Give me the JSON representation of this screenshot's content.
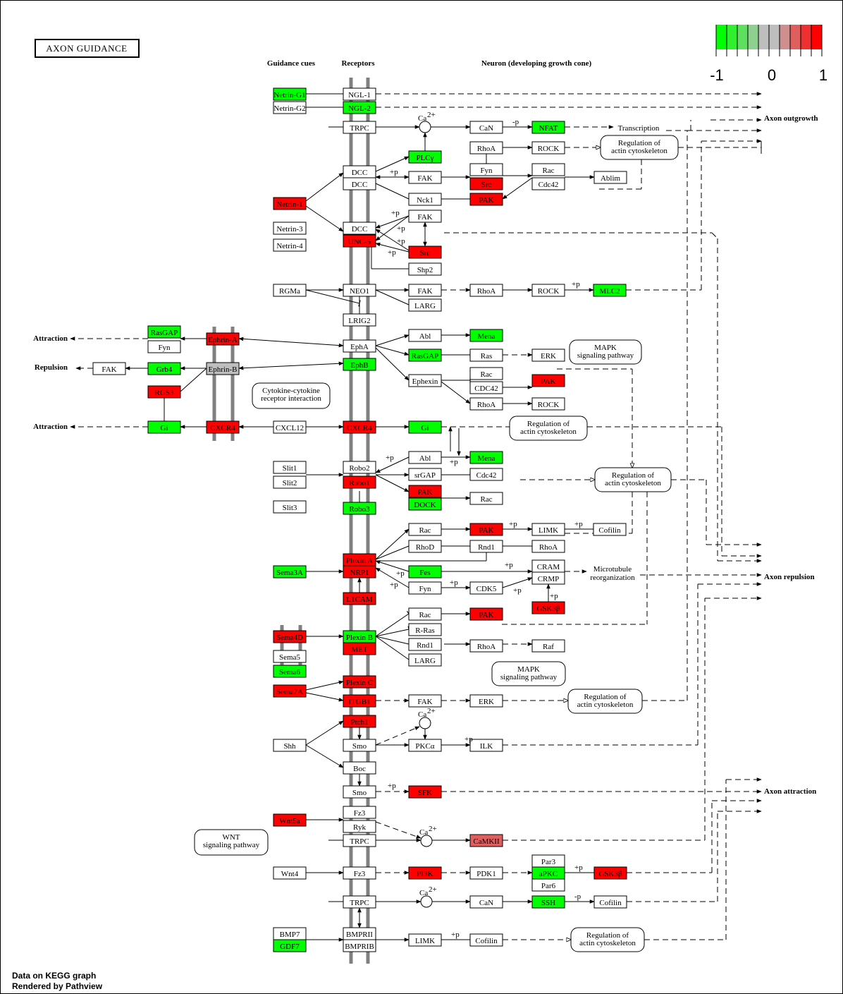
{
  "title": "AXON GUIDANCE",
  "section_headers": {
    "guidance_cues": "Guidance cues",
    "receptors": "Receptors",
    "neuron": "Neuron (developing growth cone)"
  },
  "legend": {
    "colors": [
      "#00ff00",
      "#30ee30",
      "#5fdf5f",
      "#8fcf8f",
      "#bebebe",
      "#bebebe",
      "#cf8f8f",
      "#df5f5f",
      "#ee3030",
      "#ff0000"
    ],
    "labels": [
      "-1",
      "0",
      "1"
    ]
  },
  "colors": {
    "up": "#ff0000",
    "down": "#00ff00",
    "neutral": "#bebebe",
    "weak_up": "#df5f5f",
    "none": "#ffffff"
  },
  "outcomes": {
    "axon_outgrowth": "Axon outgrowth",
    "axon_repulsion": "Axon repulsion",
    "axon_attraction": "Axon attraction",
    "attraction": "Attraction",
    "repulsion": "Repulsion"
  },
  "footer": {
    "line1": "Data on KEGG graph",
    "line2": "Rendered by Pathview"
  },
  "nodes": [
    {
      "id": "netrin_g1",
      "label": "Netrin-G1",
      "fill": "down"
    },
    {
      "id": "netrin_g2",
      "label": "Netrin-G2",
      "fill": "none"
    },
    {
      "id": "ngl1",
      "label": "NGL-1",
      "fill": "none"
    },
    {
      "id": "ngl2",
      "label": "NGL-2",
      "fill": "down"
    },
    {
      "id": "trpc1",
      "label": "TRPC",
      "fill": "none"
    },
    {
      "id": "can1",
      "label": "CaN",
      "fill": "none"
    },
    {
      "id": "nfat",
      "label": "NFAT",
      "fill": "down"
    },
    {
      "id": "plcg",
      "label": "PLCγ",
      "fill": "down"
    },
    {
      "id": "rhoa1",
      "label": "RhoA",
      "fill": "none"
    },
    {
      "id": "rock1",
      "label": "ROCK",
      "fill": "none"
    },
    {
      "id": "dcc1",
      "label": "DCC",
      "fill": "none"
    },
    {
      "id": "dcc2",
      "label": "DCC",
      "fill": "none"
    },
    {
      "id": "fak1",
      "label": "FAK",
      "fill": "none"
    },
    {
      "id": "fyn1",
      "label": "Fyn",
      "fill": "none"
    },
    {
      "id": "src1",
      "label": "Src",
      "fill": "up"
    },
    {
      "id": "rac1",
      "label": "Rac",
      "fill": "none"
    },
    {
      "id": "cdc42_1",
      "label": "Cdc42",
      "fill": "none"
    },
    {
      "id": "ablim",
      "label": "Ablim",
      "fill": "none"
    },
    {
      "id": "netrin1",
      "label": "Netrin-1",
      "fill": "up"
    },
    {
      "id": "nck1",
      "label": "Nck1",
      "fill": "none"
    },
    {
      "id": "pak1",
      "label": "PAK",
      "fill": "up"
    },
    {
      "id": "fak2",
      "label": "FAK",
      "fill": "none"
    },
    {
      "id": "netrin3",
      "label": "Netrin-3",
      "fill": "none"
    },
    {
      "id": "netrin4",
      "label": "Netrin-4",
      "fill": "none"
    },
    {
      "id": "dcc3",
      "label": "DCC",
      "fill": "none"
    },
    {
      "id": "unc5",
      "label": "UNC-5",
      "fill": "up"
    },
    {
      "id": "src2",
      "label": "Src",
      "fill": "up"
    },
    {
      "id": "shp2",
      "label": "Shp2",
      "fill": "none"
    },
    {
      "id": "rgma",
      "label": "RGMa",
      "fill": "none"
    },
    {
      "id": "neo1",
      "label": "NEO1",
      "fill": "none"
    },
    {
      "id": "fak3",
      "label": "FAK",
      "fill": "none"
    },
    {
      "id": "larg1",
      "label": "LARG",
      "fill": "none"
    },
    {
      "id": "rhoa2",
      "label": "RhoA",
      "fill": "none"
    },
    {
      "id": "rock2",
      "label": "ROCK",
      "fill": "none"
    },
    {
      "id": "mlc2",
      "label": "MLC2",
      "fill": "down"
    },
    {
      "id": "lrig2",
      "label": "LRIG2",
      "fill": "none"
    },
    {
      "id": "rasgap1",
      "label": "RasGAP",
      "fill": "down"
    },
    {
      "id": "fyn2",
      "label": "Fyn",
      "fill": "none"
    },
    {
      "id": "ephrin_a",
      "label": "Ephrin-A",
      "fill": "up"
    },
    {
      "id": "epha",
      "label": "EphA",
      "fill": "none"
    },
    {
      "id": "abl1",
      "label": "Abl",
      "fill": "none"
    },
    {
      "id": "mena1",
      "label": "Mena",
      "fill": "down"
    },
    {
      "id": "rasgap2",
      "label": "RasGAP",
      "fill": "down"
    },
    {
      "id": "ras",
      "label": "Ras",
      "fill": "none"
    },
    {
      "id": "erk1",
      "label": "ERK",
      "fill": "none"
    },
    {
      "id": "fak4",
      "label": "FAK",
      "fill": "none"
    },
    {
      "id": "grb4",
      "label": "Grb4",
      "fill": "down"
    },
    {
      "id": "ephrin_b",
      "label": "Ephrin-B",
      "fill": "neutral"
    },
    {
      "id": "ephb",
      "label": "EphB",
      "fill": "down"
    },
    {
      "id": "ephexin",
      "label": "Ephexin",
      "fill": "none"
    },
    {
      "id": "rac2",
      "label": "Rac",
      "fill": "none"
    },
    {
      "id": "cdc42_2",
      "label": "CDC42",
      "fill": "none"
    },
    {
      "id": "pak2",
      "label": "PAK",
      "fill": "up"
    },
    {
      "id": "rhoa3",
      "label": "RhoA",
      "fill": "none"
    },
    {
      "id": "rock3",
      "label": "ROCK",
      "fill": "none"
    },
    {
      "id": "rgs3",
      "label": "RGS3",
      "fill": "up"
    },
    {
      "id": "gi1",
      "label": "Gi",
      "fill": "down"
    },
    {
      "id": "cxcr4_1",
      "label": "CXCR4",
      "fill": "up"
    },
    {
      "id": "cxcl12",
      "label": "CXCL12",
      "fill": "none"
    },
    {
      "id": "cxcr4_2",
      "label": "CXCR4",
      "fill": "up"
    },
    {
      "id": "gi2",
      "label": "Gi",
      "fill": "down"
    },
    {
      "id": "slit1",
      "label": "Slit1",
      "fill": "none"
    },
    {
      "id": "slit2",
      "label": "Slit2",
      "fill": "none"
    },
    {
      "id": "slit3",
      "label": "Slit3",
      "fill": "none"
    },
    {
      "id": "robo2",
      "label": "Robo2",
      "fill": "none"
    },
    {
      "id": "robo1",
      "label": "Robo1",
      "fill": "up"
    },
    {
      "id": "robo3",
      "label": "Robo3",
      "fill": "down"
    },
    {
      "id": "abl2",
      "label": "Abl",
      "fill": "none"
    },
    {
      "id": "mena2",
      "label": "Mena",
      "fill": "down"
    },
    {
      "id": "srgap",
      "label": "srGAP",
      "fill": "none"
    },
    {
      "id": "cdc42_3",
      "label": "Cdc42",
      "fill": "none"
    },
    {
      "id": "pak3",
      "label": "PAK",
      "fill": "up"
    },
    {
      "id": "dock",
      "label": "DOCK",
      "fill": "down"
    },
    {
      "id": "rac3",
      "label": "Rac",
      "fill": "none"
    },
    {
      "id": "rac4",
      "label": "Rac",
      "fill": "none"
    },
    {
      "id": "pak4",
      "label": "PAK",
      "fill": "up"
    },
    {
      "id": "limk1",
      "label": "LIMK",
      "fill": "none"
    },
    {
      "id": "cofilin1",
      "label": "Cofilin",
      "fill": "none"
    },
    {
      "id": "rhod",
      "label": "RhoD",
      "fill": "none"
    },
    {
      "id": "rnd1_1",
      "label": "Rnd1",
      "fill": "none"
    },
    {
      "id": "rhoa4",
      "label": "RhoA",
      "fill": "none"
    },
    {
      "id": "sema3a",
      "label": "Sema3A",
      "fill": "down"
    },
    {
      "id": "plexin_a",
      "label": "Plexin A",
      "fill": "up"
    },
    {
      "id": "nrp1",
      "label": "NRP1",
      "fill": "up"
    },
    {
      "id": "fes",
      "label": "Fes",
      "fill": "down"
    },
    {
      "id": "cram",
      "label": "CRAM",
      "fill": "none"
    },
    {
      "id": "crmp",
      "label": "CRMP",
      "fill": "none"
    },
    {
      "id": "fyn3",
      "label": "Fyn",
      "fill": "none"
    },
    {
      "id": "cdk5",
      "label": "CDK5",
      "fill": "none"
    },
    {
      "id": "gsk3b_1",
      "label": "GSK3β",
      "fill": "up"
    },
    {
      "id": "l1cam",
      "label": "L1CAM",
      "fill": "up"
    },
    {
      "id": "rac5",
      "label": "Rac",
      "fill": "none"
    },
    {
      "id": "pak5",
      "label": "PAK",
      "fill": "up"
    },
    {
      "id": "sema4d",
      "label": "Sema4D",
      "fill": "up"
    },
    {
      "id": "plexin_b",
      "label": "Plexin B",
      "fill": "down"
    },
    {
      "id": "met",
      "label": "MET",
      "fill": "up"
    },
    {
      "id": "rras",
      "label": "R-Ras",
      "fill": "none"
    },
    {
      "id": "rnd1_2",
      "label": "Rnd1",
      "fill": "none"
    },
    {
      "id": "larg2",
      "label": "LARG",
      "fill": "none"
    },
    {
      "id": "rhoa5",
      "label": "RhoA",
      "fill": "none"
    },
    {
      "id": "raf",
      "label": "Raf",
      "fill": "none"
    },
    {
      "id": "sema5",
      "label": "Sema5",
      "fill": "none"
    },
    {
      "id": "sema6",
      "label": "Sema6",
      "fill": "down"
    },
    {
      "id": "sema7a",
      "label": "Sema7A",
      "fill": "up"
    },
    {
      "id": "plexin_c",
      "label": "Plexin C",
      "fill": "up"
    },
    {
      "id": "itgb1",
      "label": "ITGB1",
      "fill": "up"
    },
    {
      "id": "fak5",
      "label": "FAK",
      "fill": "none"
    },
    {
      "id": "erk2",
      "label": "ERK",
      "fill": "none"
    },
    {
      "id": "ptch1",
      "label": "Ptch1",
      "fill": "up"
    },
    {
      "id": "shh",
      "label": "Shh",
      "fill": "none"
    },
    {
      "id": "smo1",
      "label": "Smo",
      "fill": "none"
    },
    {
      "id": "pkca",
      "label": "PKCα",
      "fill": "none"
    },
    {
      "id": "ilk",
      "label": "ILK",
      "fill": "none"
    },
    {
      "id": "boc",
      "label": "Boc",
      "fill": "none"
    },
    {
      "id": "smo2",
      "label": "Smo",
      "fill": "none"
    },
    {
      "id": "sfk",
      "label": "SFK",
      "fill": "up"
    },
    {
      "id": "wnt5a",
      "label": "Wnt5a",
      "fill": "up"
    },
    {
      "id": "fz3_1",
      "label": "Fz3",
      "fill": "none"
    },
    {
      "id": "ryk",
      "label": "Ryk",
      "fill": "none"
    },
    {
      "id": "trpc2",
      "label": "TRPC",
      "fill": "none"
    },
    {
      "id": "camkii",
      "label": "CaMKII",
      "fill": "weak_up"
    },
    {
      "id": "wnt4",
      "label": "Wnt4",
      "fill": "none"
    },
    {
      "id": "fz3_2",
      "label": "Fz3",
      "fill": "none"
    },
    {
      "id": "pi3k",
      "label": "PI3K",
      "fill": "up"
    },
    {
      "id": "pdk1",
      "label": "PDK1",
      "fill": "none"
    },
    {
      "id": "par3",
      "label": "Par3",
      "fill": "none"
    },
    {
      "id": "apkc",
      "label": "aPKC",
      "fill": "down"
    },
    {
      "id": "par6",
      "label": "Par6",
      "fill": "none"
    },
    {
      "id": "gsk3b_2",
      "label": "GSK3β",
      "fill": "up"
    },
    {
      "id": "trpc3",
      "label": "TRPC",
      "fill": "none"
    },
    {
      "id": "can2",
      "label": "CaN",
      "fill": "none"
    },
    {
      "id": "ssh",
      "label": "SSH",
      "fill": "down"
    },
    {
      "id": "cofilin2",
      "label": "Cofilin",
      "fill": "none"
    },
    {
      "id": "bmp7",
      "label": "BMP7",
      "fill": "none"
    },
    {
      "id": "gdf7",
      "label": "GDF7",
      "fill": "down"
    },
    {
      "id": "bmprii",
      "label": "BMPRII",
      "fill": "none"
    },
    {
      "id": "bmprib",
      "label": "BMPRIB",
      "fill": "none"
    },
    {
      "id": "limk2",
      "label": "LIMK",
      "fill": "none"
    },
    {
      "id": "cofilin3",
      "label": "Cofilin",
      "fill": "none"
    }
  ],
  "pathway_maps": [
    {
      "id": "reg_actin_1",
      "lines": [
        "Regulation of",
        "actin cytoskeleton"
      ]
    },
    {
      "id": "mapk_1",
      "lines": [
        "MAPK",
        "signaling pathway"
      ]
    },
    {
      "id": "cytokine",
      "lines": [
        "Cytokine-cytokine",
        "receptor interaction"
      ]
    },
    {
      "id": "reg_actin_2",
      "lines": [
        "Regulation of",
        "actin cytoskeleton"
      ]
    },
    {
      "id": "reg_actin_3",
      "lines": [
        "Regulation of",
        "actin cytoskeleton"
      ]
    },
    {
      "id": "mapk_2",
      "lines": [
        "MAPK",
        "signaling pathway"
      ]
    },
    {
      "id": "reg_actin_4",
      "lines": [
        "Regulation of",
        "actin cytoskeleton"
      ]
    },
    {
      "id": "wnt",
      "lines": [
        "WNT",
        "signaling pathway"
      ]
    },
    {
      "id": "reg_actin_5",
      "lines": [
        "Regulation of",
        "actin cytoskeleton"
      ]
    }
  ],
  "text_labels": {
    "transcription": "Transcription",
    "microtubule": [
      "Microtubule",
      "reorganization"
    ],
    "ca": "Ca",
    "ca_sup": "2+",
    "plus_p": "+p",
    "minus_p": "-p"
  }
}
